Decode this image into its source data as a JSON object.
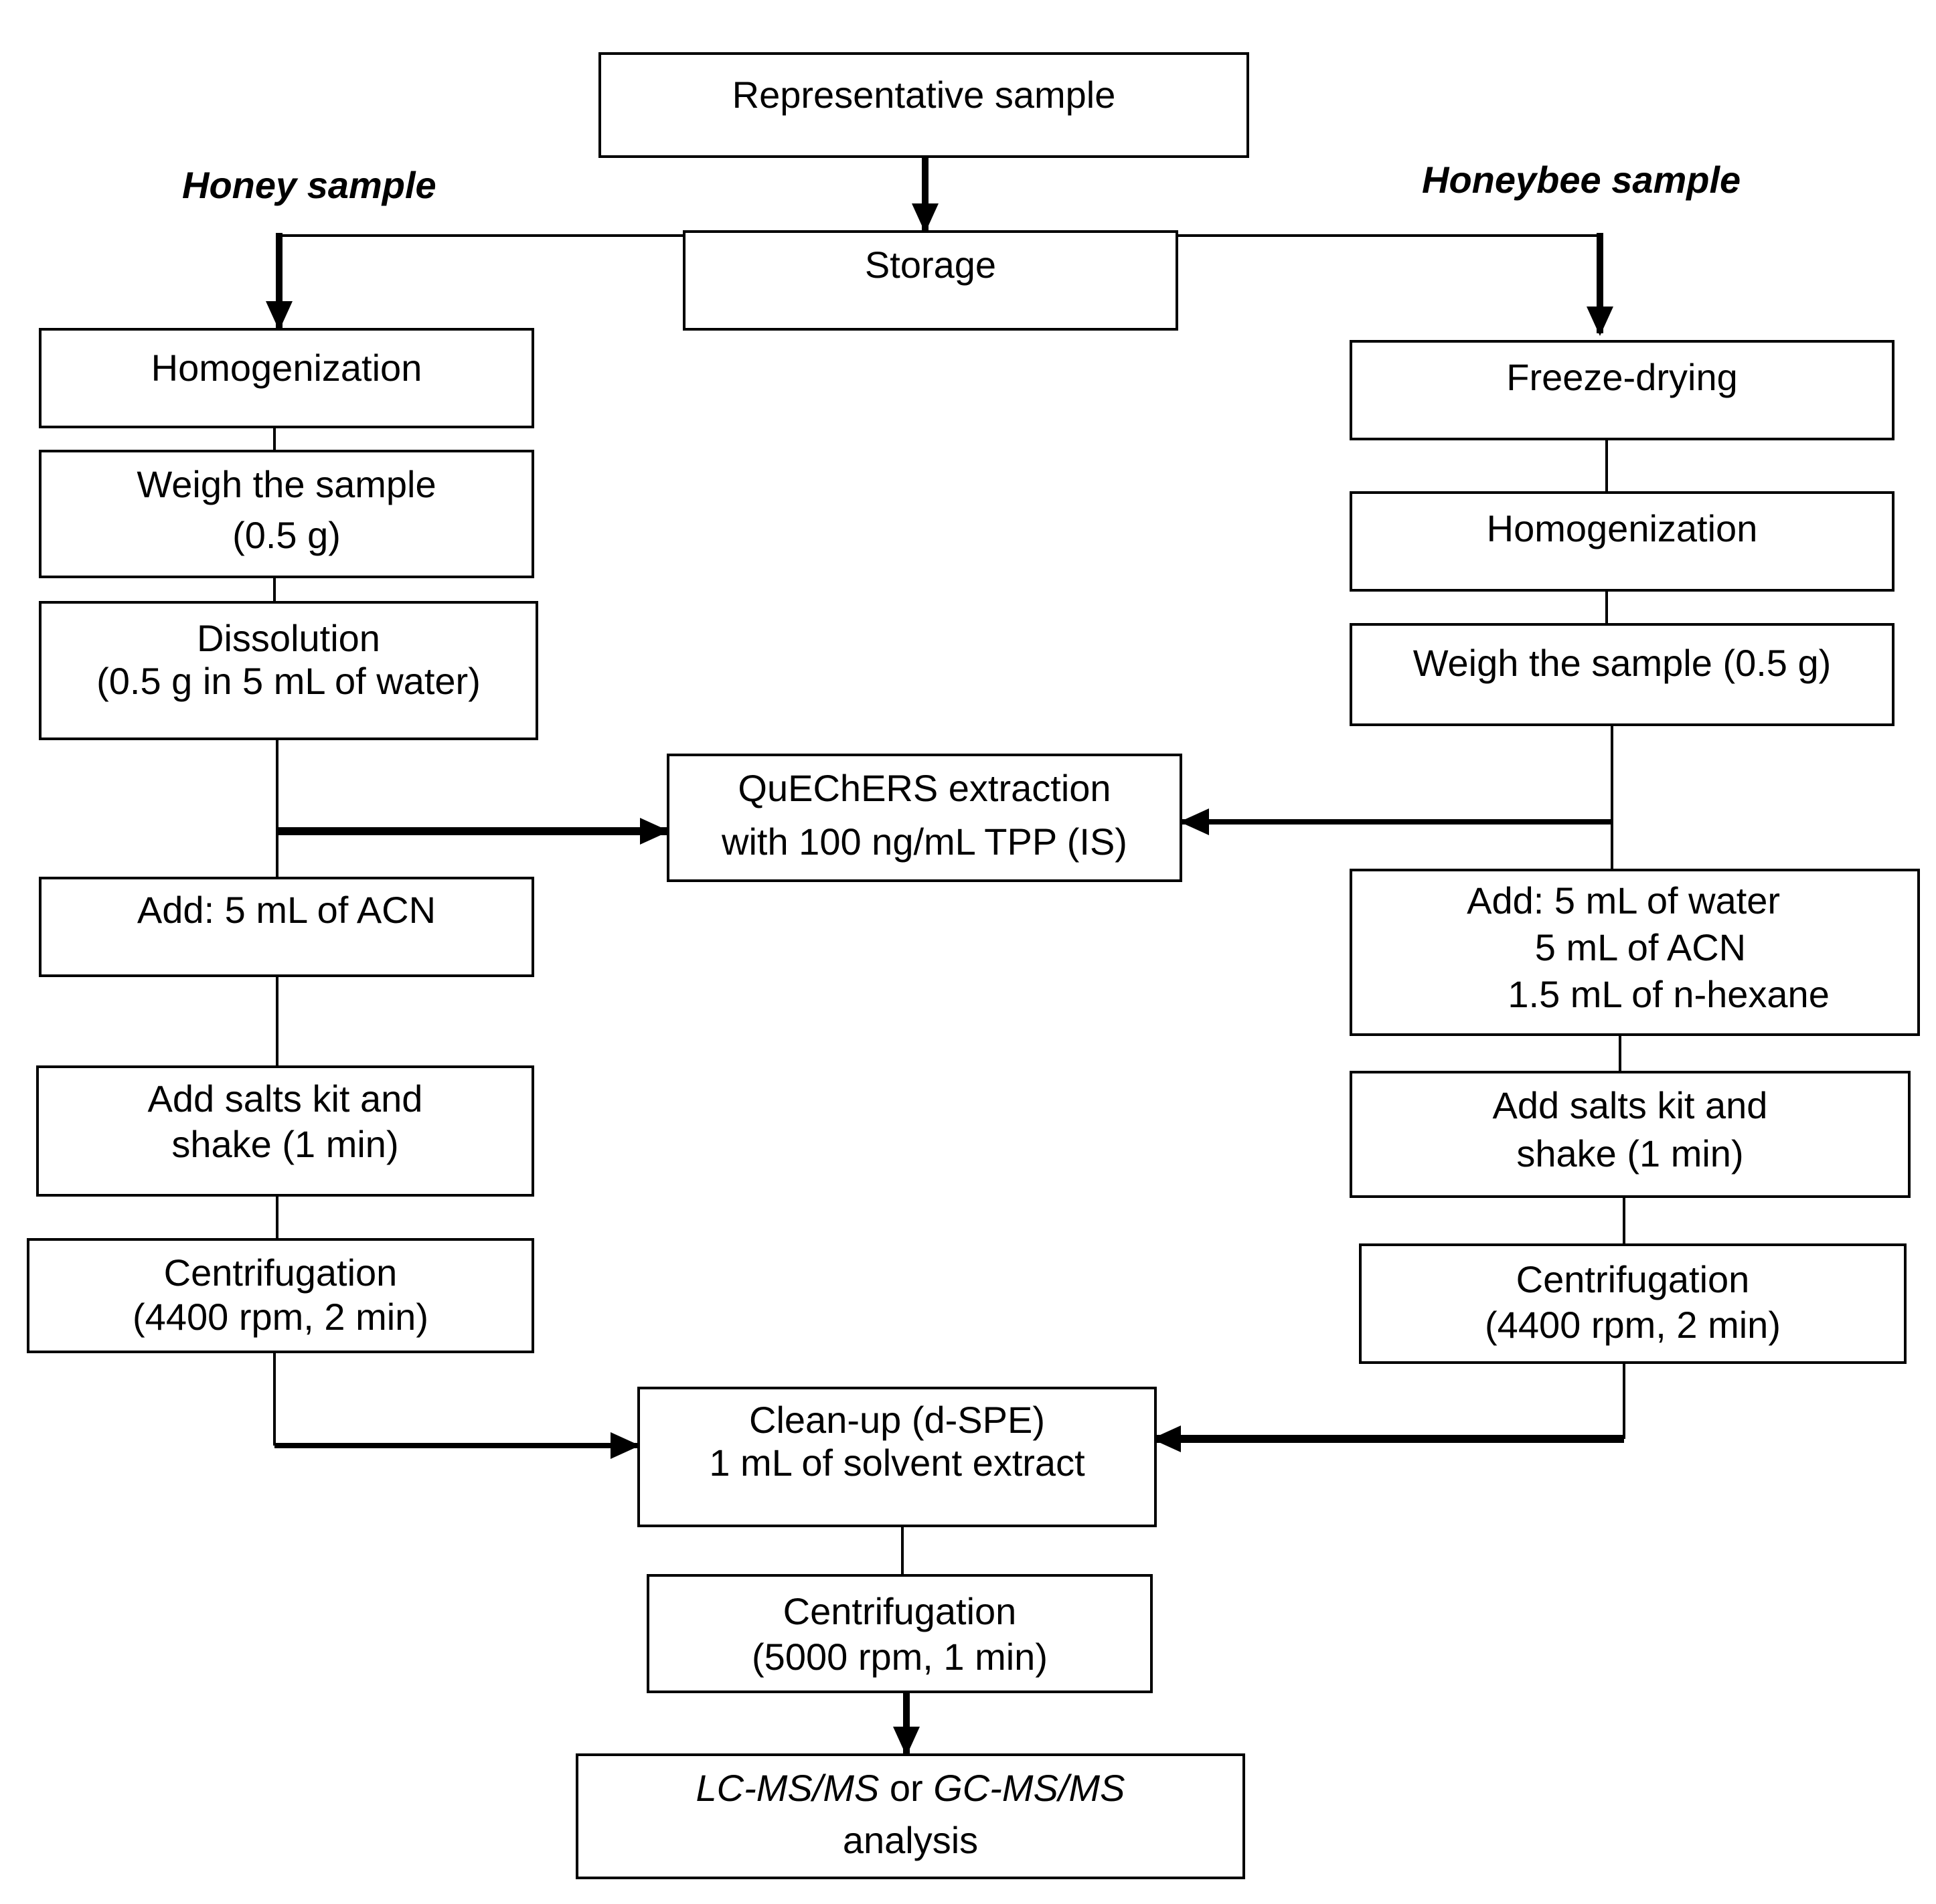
{
  "branches": {
    "honey_label": "Honey sample",
    "honeybee_label": "Honeybee sample"
  },
  "center": {
    "representative": "Representative sample",
    "storage": "Storage",
    "quechers_line1": "QuEChERS extraction",
    "quechers_line2": "with 100 ng/mL TPP (IS)",
    "cleanup_line1": "Clean-up (d-SPE)",
    "cleanup_line2": "1 mL of solvent extract",
    "centrifugation_line1": "Centrifugation",
    "centrifugation_line2": "(5000 rpm, 1 min)",
    "analysis_part1": "LC-MS/MS",
    "analysis_part2": " or ",
    "analysis_part3": "GC-MS/MS",
    "analysis_line2": "analysis"
  },
  "honey": {
    "homogenization": "Homogenization",
    "weigh_line1": "Weigh the sample",
    "weigh_line2": "(0.5 g)",
    "dissolution_line1": "Dissolution",
    "dissolution_line2": "(0.5 g in 5 mL of water)",
    "add_acn": "Add: 5 mL of ACN",
    "salts_line1": "Add salts kit and",
    "salts_line2": "shake (1 min)",
    "centrifugation_line1": "Centrifugation",
    "centrifugation_line2": "(4400 rpm, 2 min)"
  },
  "honeybee": {
    "freeze_drying": "Freeze-drying",
    "homogenization": "Homogenization",
    "weigh": "Weigh the sample (0.5 g)",
    "add_line1": "Add: 5 mL of water",
    "add_line2": "5 mL of ACN",
    "add_line3": "1.5 mL of n-hexane",
    "salts_line1": "Add salts kit and",
    "salts_line2": "shake (1 min)",
    "centrifugation_line1": "Centrifugation",
    "centrifugation_line2": "(4400 rpm, 2 min)"
  }
}
